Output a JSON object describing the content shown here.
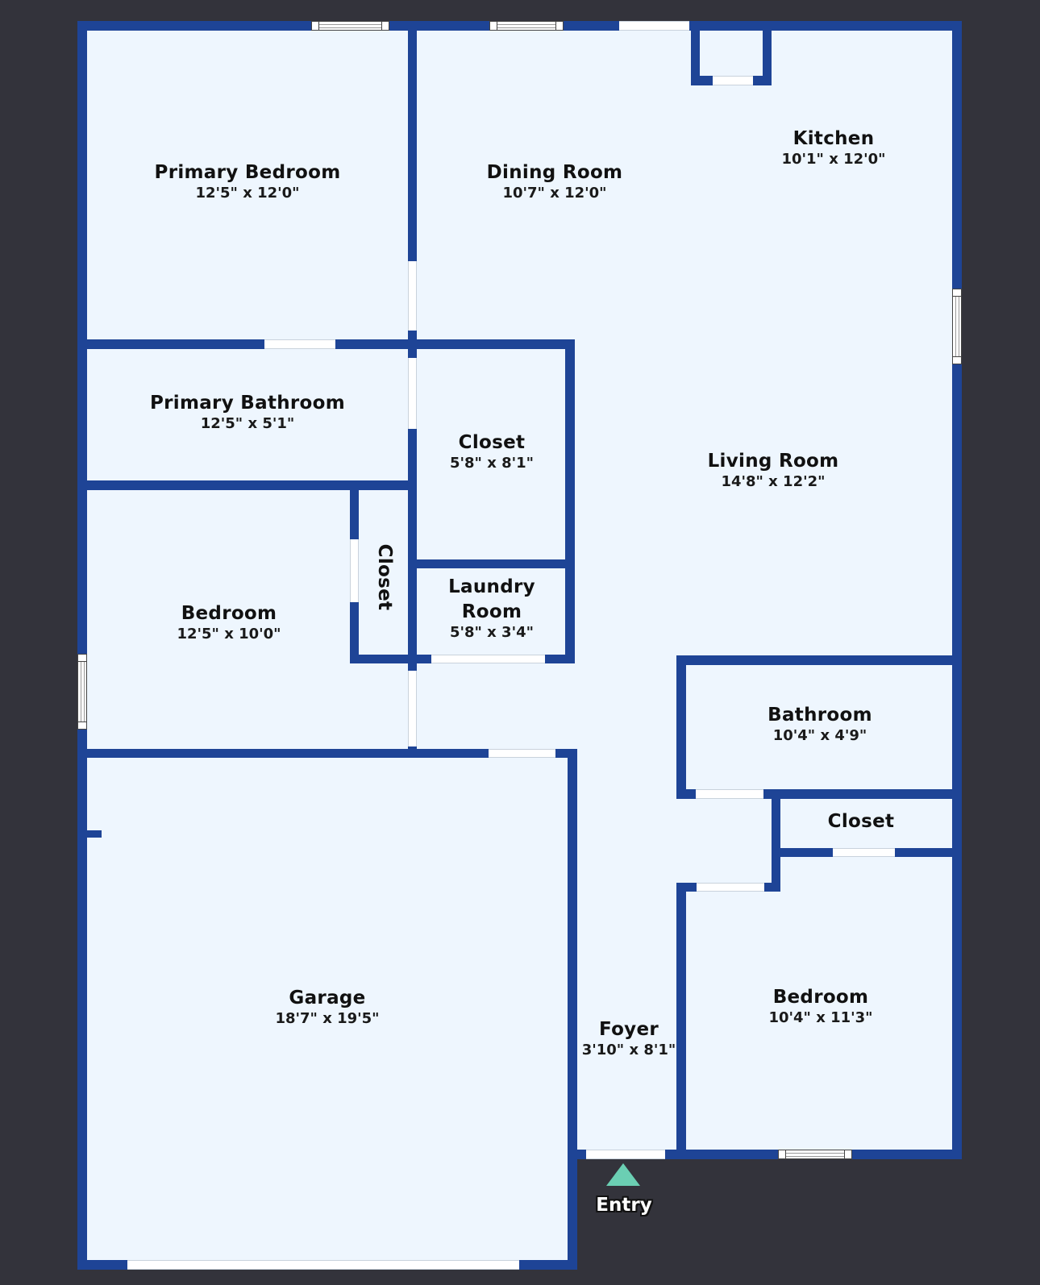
{
  "floorplan": {
    "colors": {
      "background": "#33333b",
      "wall": "#1e4496",
      "floor": "#eef6fe",
      "opening": "#ffffff",
      "entry_marker": "#6bcfb3"
    },
    "rooms": [
      {
        "id": "primary-bedroom",
        "name": "Primary Bedroom",
        "dimensions": "12'5\" x 12'0\""
      },
      {
        "id": "dining-room",
        "name": "Dining Room",
        "dimensions": "10'7\" x 12'0\""
      },
      {
        "id": "kitchen",
        "name": "Kitchen",
        "dimensions": "10'1\" x 12'0\""
      },
      {
        "id": "primary-bathroom",
        "name": "Primary Bathroom",
        "dimensions": "12'5\" x 5'1\""
      },
      {
        "id": "closet-center",
        "name": "Closet",
        "dimensions": "5'8\" x 8'1\""
      },
      {
        "id": "living-room",
        "name": "Living Room",
        "dimensions": "14'8\" x 12'2\""
      },
      {
        "id": "bedroom-left",
        "name": "Bedroom",
        "dimensions": "12'5\" x 10'0\""
      },
      {
        "id": "closet-vertical",
        "name": "Closet",
        "dimensions": ""
      },
      {
        "id": "laundry-room",
        "name": "Laundry Room",
        "name_line1": "Laundry",
        "name_line2": "Room",
        "dimensions": "5'8\" x 3'4\""
      },
      {
        "id": "bathroom",
        "name": "Bathroom",
        "dimensions": "10'4\" x 4'9\""
      },
      {
        "id": "closet-right",
        "name": "Closet",
        "dimensions": ""
      },
      {
        "id": "garage",
        "name": "Garage",
        "dimensions": "18'7\" x 19'5\""
      },
      {
        "id": "foyer",
        "name": "Foyer",
        "dimensions": "3'10\" x 8'1\""
      },
      {
        "id": "bedroom-right",
        "name": "Bedroom",
        "dimensions": "10'4\" x 11'3\""
      }
    ],
    "entry": {
      "label": "Entry",
      "icon": "triangle-up-icon"
    }
  }
}
